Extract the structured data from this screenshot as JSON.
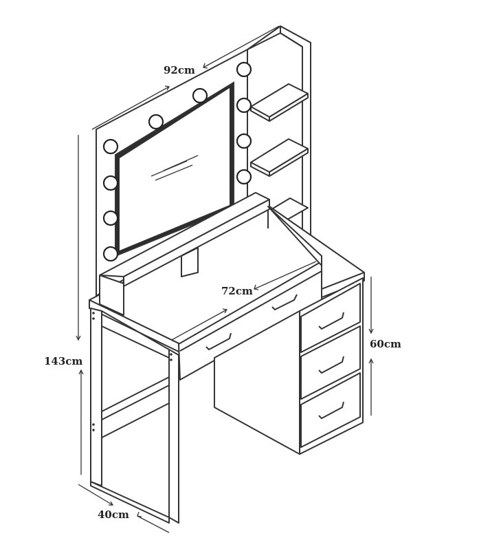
{
  "dimensions": {
    "width_total": "92cm",
    "height_total": "143cm",
    "depth": "40cm",
    "desk_width": "72cm",
    "desk_height": "60cm"
  },
  "colors": {
    "line": "#333333",
    "background": "#ffffff",
    "mirror_frame": "#2e2e2e"
  }
}
